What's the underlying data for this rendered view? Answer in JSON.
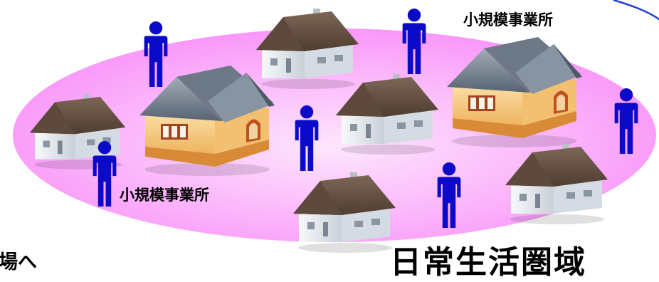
{
  "labels": {
    "small_office_1": "小規模事業所",
    "small_office_2": "小規模事業所",
    "daily_life_area": "日常生活圏域",
    "left_fragment": "場へ"
  },
  "colors": {
    "area_fill": "#fb95fb",
    "area_fill_inner": "#fde3fd",
    "person": "#0a0ac8",
    "arc_stroke": "#1f3fd8",
    "small_house_roof": "#6b5546",
    "small_house_wall": "#e9edf2",
    "office_roof": "#74808f",
    "office_wall": "#f4c77a",
    "office_base": "#d4862f"
  },
  "icons": {
    "person": "person-icon",
    "small_house": "house-icon",
    "office_building": "office-building-icon"
  }
}
